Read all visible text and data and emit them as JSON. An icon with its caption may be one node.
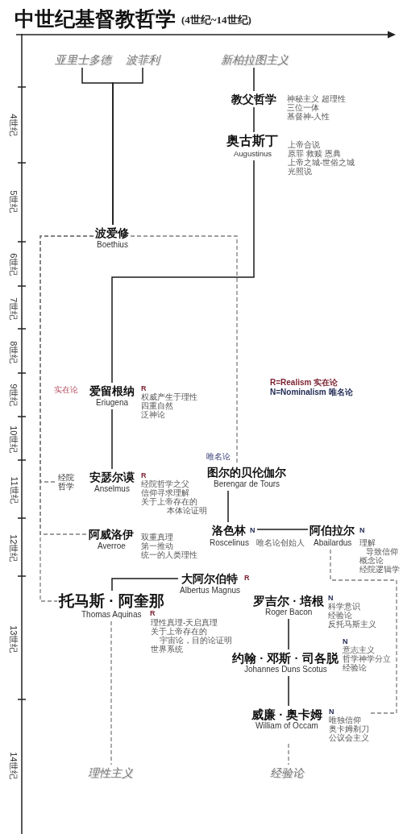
{
  "diagram": {
    "title": "中世纪基督教哲学",
    "nodes": [
      {
        "text": [
          "亚里士多德"
        ]
      },
      {
        "text": [
          "波菲利"
        ]
      },
      {
        "text": [
          "新柏拉图主义"
        ]
      },
      {
        "text": [
          "教父哲学"
        ],
        "beside": [
          "神秘主义 超理性",
          "三位一体",
          "基督神-人性"
        ]
      },
      {
        "text": [
          "奥古斯丁",
          "Augustinus"
        ],
        "beside": [
          "上帝合说",
          "原罪 救赎 恩典",
          "上帝之城-世俗之城",
          "光照说"
        ]
      },
      {
        "text": [
          "波爱修",
          "Boethius"
        ]
      },
      {
        "text": [
          "爱留根纳",
          "Eriugena"
        ],
        "beside": [
          "R",
          "权威产生于理性",
          "四重自然",
          "泛神论"
        ]
      },
      {
        "text": [
          "经院哲学"
        ]
      },
      {
        "text": [
          "安瑟尔谟",
          "Anselmus"
        ],
        "beside": [
          "R",
          "经院哲学之父",
          "信仰寻求理解",
          "关于上帝存在的本体论证明"
        ]
      },
      {
        "text": [
          "图尔的贝伦伽尔",
          "Berengar de Tours"
        ]
      },
      {
        "text": [
          "阿威洛伊",
          "Averroe"
        ],
        "beside": [
          "双重真理",
          "第一推动",
          "统一的人类理性"
        ]
      },
      {
        "text": [
          "洛色林",
          "Roscelinus"
        ],
        "beside": [
          "N",
          "唯名论创始人"
        ]
      },
      {
        "text": [
          "阿伯拉尔",
          "Abailardus"
        ],
        "beside": [
          "N",
          "理解导致信仰",
          "概念论",
          "经院逻辑学"
        ]
      },
      {
        "text": [
          "大阿尔伯特",
          "Albertus Magnus"
        ],
        "beside": [
          "R"
        ]
      },
      {
        "text": [
          "托马斯 · 阿奎那",
          "Thomas Aquinas"
        ],
        "beside": [
          "R",
          "理性真理-天启真理",
          "关于上帝存在的宇宙论，目的论证明",
          "世界系统"
        ]
      },
      {
        "text": [
          "罗吉尔 · 培根",
          "Roger Bacon"
        ],
        "beside": [
          "N",
          "科学意识",
          "经验论",
          "反托马斯主义"
        ]
      },
      {
        "text": [
          "约翰 · 邓斯 · 司各脱",
          "Johannes Duns Scotus"
        ],
        "beside": [
          "N",
          "意志主义",
          "哲学神学分立",
          "经验论"
        ]
      },
      {
        "text": [
          "威廉 · 奥卡姆",
          "William of Occam"
        ],
        "beside": [
          "N",
          "唯独信仰",
          "奥卡姆剃刀",
          "公议会主义"
        ]
      },
      {
        "text": [
          "理性主义"
        ]
      },
      {
        "text": [
          "经验论"
        ]
      }
    ],
    "edges": [
      {
        "from": 0,
        "to": 5,
        "arrow": "none"
      },
      {
        "from": 1,
        "to": 5,
        "arrow": "none"
      },
      {
        "from": 2,
        "to": 3,
        "arrow": "none"
      },
      {
        "from": 3,
        "to": 4,
        "arrow": "none"
      },
      {
        "from": 4,
        "to": 6,
        "arrow": "none"
      },
      {
        "from": 6,
        "to": 8,
        "arrow": "none"
      },
      {
        "from": 5,
        "to": 9,
        "arrow": "none",
        "style": "dashed",
        "color": "#7f7f7f"
      },
      {
        "from": 5,
        "to": 7,
        "arrow": "none",
        "style": "dashed",
        "color": "#7f7f7f"
      },
      {
        "from": 5,
        "to": 10,
        "arrow": "none",
        "style": "dashed",
        "color": "#7f7f7f"
      },
      {
        "from": 5,
        "to": 14,
        "arrow": "none",
        "style": "dashed",
        "color": "#7f7f7f"
      },
      {
        "from": 9,
        "to": 11,
        "arrow": "none"
      },
      {
        "from": 11,
        "to": 12,
        "arrow": "none"
      },
      {
        "from": 12,
        "to": 17,
        "arrow": "none",
        "style": "dashed",
        "color": "#7f7f7f"
      },
      {
        "from": 13,
        "to": 14,
        "arrow": "none"
      },
      {
        "from": 15,
        "to": 16,
        "arrow": "none"
      },
      {
        "from": 16,
        "to": 17,
        "arrow": "none"
      },
      {
        "from": 14,
        "to": 18,
        "arrow": "none",
        "style": "dashed",
        "color": "#7f7f7f"
      },
      {
        "from": 17,
        "to": 19,
        "arrow": "none",
        "style": "dashed",
        "color": "#7f7f7f"
      }
    ],
    "labels": [
      "(4世纪~14世纪)",
      "4世纪",
      "5世纪",
      "6世纪",
      "7世纪",
      "8世纪",
      "9世纪",
      "实在论",
      "R=Realism 实在论",
      "N=Nominalism 唯名论",
      "10世纪",
      "唯名论",
      "11世纪",
      "12世纪",
      "13世纪",
      "14世纪"
    ]
  }
}
